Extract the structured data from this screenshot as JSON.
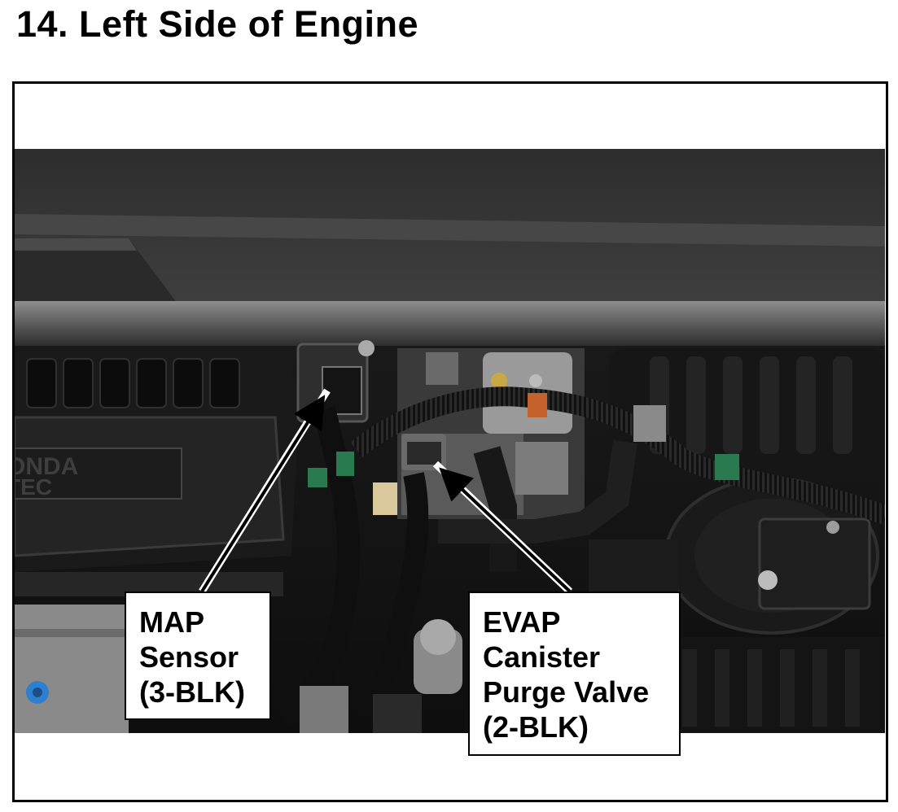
{
  "header": {
    "title": "14.  Left Side of Engine"
  },
  "photo": {
    "subject": "engine-bay-left-side"
  },
  "callouts": {
    "map": {
      "line1": "MAP",
      "line2": "Sensor",
      "line3": "(3-BLK)"
    },
    "evap": {
      "line1": "EVAP",
      "line2": "Canister",
      "line3": "Purge Valve",
      "line4": "(2-BLK)"
    }
  },
  "photo_markings": {
    "engine_cover_text_1": "ONDA",
    "engine_cover_text_2": "TEC"
  },
  "colors": {
    "frame": "#000000",
    "callout_bg": "#ffffff",
    "text": "#000000"
  }
}
